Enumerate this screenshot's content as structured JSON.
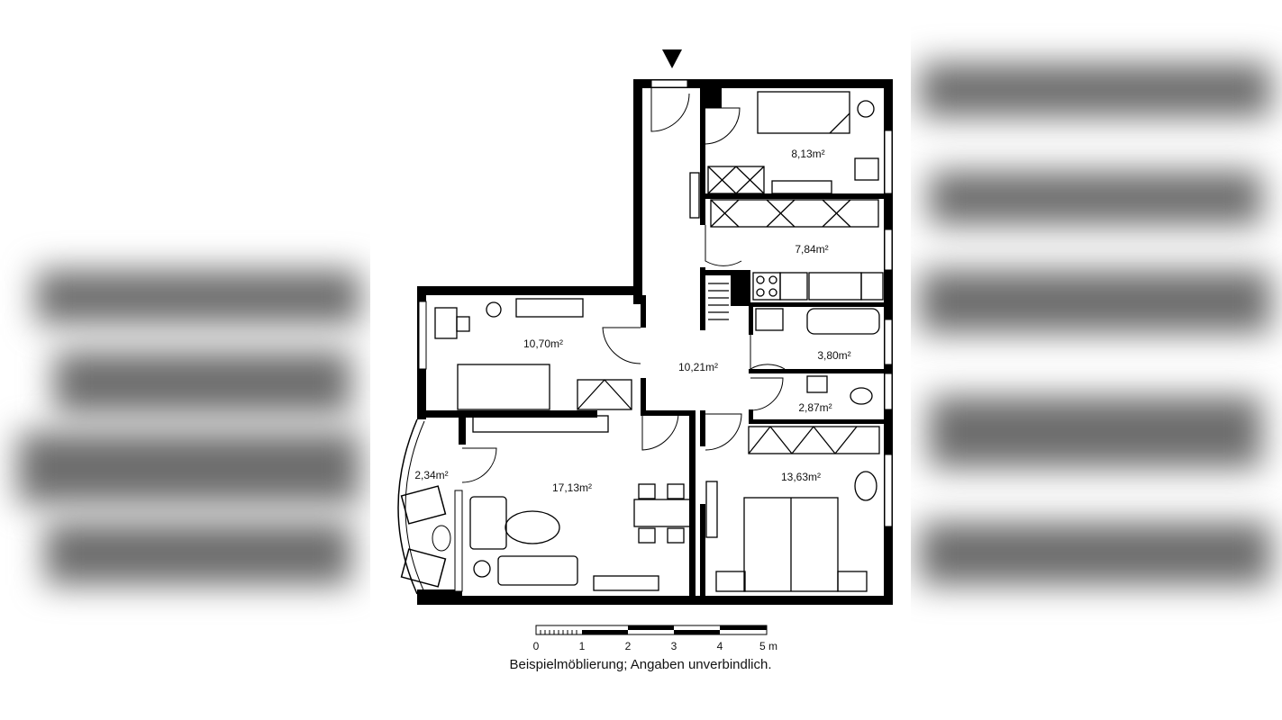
{
  "rooms": [
    {
      "id": "room-a",
      "area": "8,13m²"
    },
    {
      "id": "room-b",
      "area": "7,84m²"
    },
    {
      "id": "room-c",
      "area": "10,70m²"
    },
    {
      "id": "hall",
      "area": "10,21m²"
    },
    {
      "id": "bath",
      "area": "3,80m²"
    },
    {
      "id": "wc",
      "area": "2,87m²"
    },
    {
      "id": "balcony",
      "area": "2,34m²"
    },
    {
      "id": "living",
      "area": "17,13m²"
    },
    {
      "id": "bedroom",
      "area": "13,63m²"
    }
  ],
  "scale": {
    "labels": [
      "0",
      "1",
      "2",
      "3",
      "4",
      "5 m"
    ]
  },
  "caption": "Beispielmöblierung; Angaben unverbindlich.",
  "colors": {
    "wall": "#000000",
    "background": "#ffffff"
  },
  "icons": {
    "entrance": "entrance-arrow-icon"
  }
}
